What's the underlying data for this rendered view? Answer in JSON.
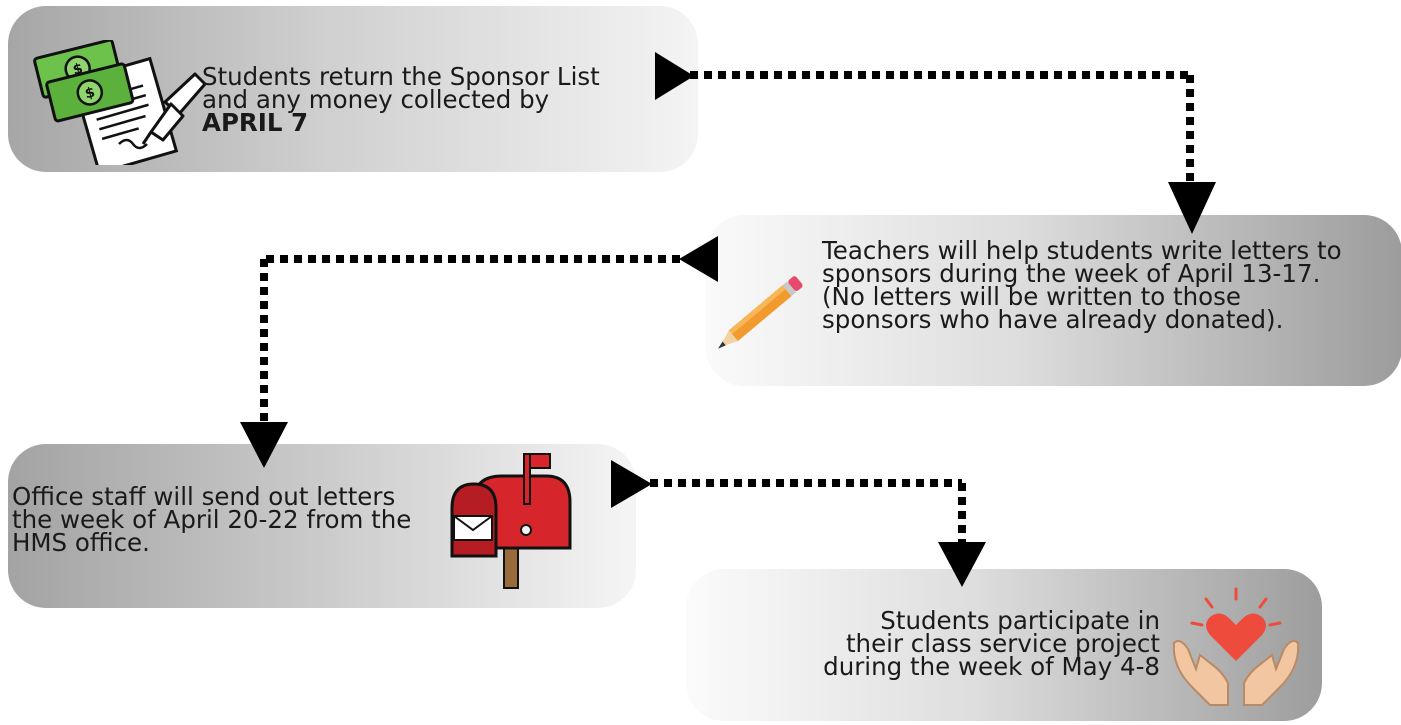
{
  "steps": [
    {
      "lines": [
        "Students return the Sponsor List",
        "and any money collected by"
      ],
      "bold_line": "APRIL 7",
      "icon": "money-document-icon"
    },
    {
      "lines": [
        "Teachers will help students write letters to",
        "sponsors during the week of April 13-17.",
        "(No letters will be written to those",
        "sponsors who have already donated)."
      ],
      "icon": "pencil-icon"
    },
    {
      "lines": [
        "Office staff will send out letters",
        "the week of April 20-22 from the",
        "HMS office."
      ],
      "icon": "mailbox-icon"
    },
    {
      "lines": [
        "Students participate in",
        "their class service project",
        "during the week of May 4-8"
      ],
      "icon": "heart-hands-icon"
    }
  ],
  "colors": {
    "arrow": "#000000",
    "money": "#6cc24a",
    "pencil": "#f29a2e",
    "mailbox": "#d6262b",
    "heart": "#ee4b3c",
    "hands": "#f2c6a0"
  }
}
